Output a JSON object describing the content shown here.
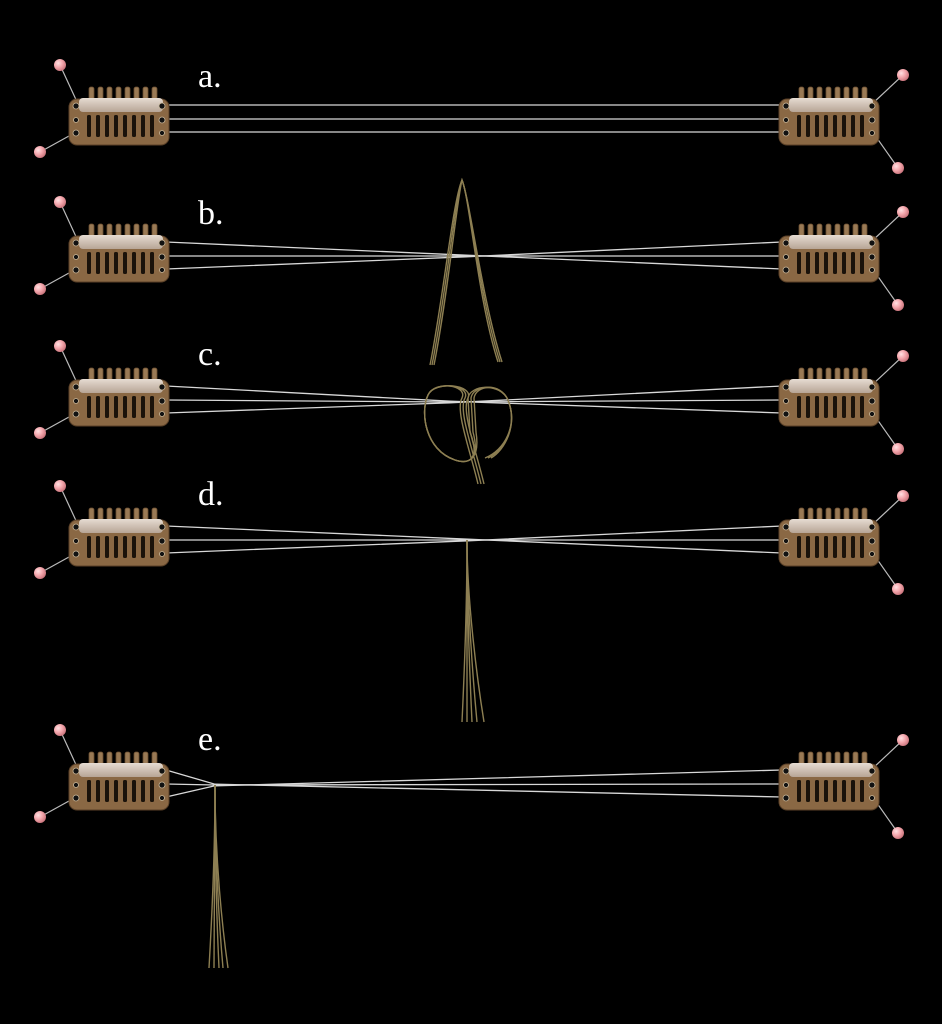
{
  "steps": [
    {
      "label": "a."
    },
    {
      "label": "b."
    },
    {
      "label": "c."
    },
    {
      "label": "d."
    },
    {
      "label": "e."
    }
  ],
  "colors": {
    "background": "#000000",
    "clip_body": "#8a6844",
    "clip_band": "#cdbfb2",
    "string": "#d8d8d8",
    "hair": "#8d7f52",
    "pin_head": "#f4a7ad"
  }
}
